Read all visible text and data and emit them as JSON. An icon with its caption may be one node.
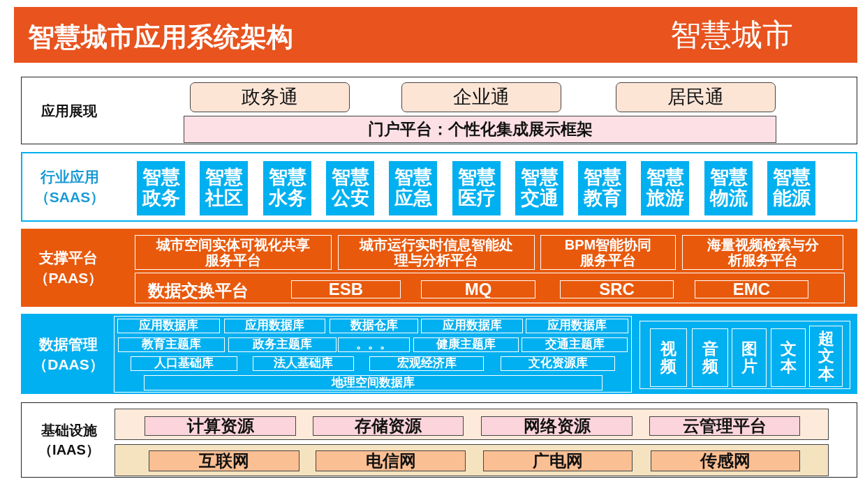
{
  "diagram": {
    "title": "智慧城市应用系统架构",
    "nodes": [
      {
        "text": [
          "应用展现"
        ]
      },
      {
        "text": [
          "政务通"
        ],
        "in": 0
      },
      {
        "text": [
          "企业通"
        ],
        "in": 0
      },
      {
        "text": [
          "居民通"
        ],
        "in": 0
      },
      {
        "text": [
          "门户平台：个性化集成展示框架"
        ],
        "in": 0
      },
      {
        "text": [
          "行业应用（SAAS）"
        ]
      },
      {
        "text": [
          "智慧政务"
        ],
        "in": 5
      },
      {
        "text": [
          "智慧社区"
        ],
        "in": 5
      },
      {
        "text": [
          "智慧水务"
        ],
        "in": 5
      },
      {
        "text": [
          "智慧公安"
        ],
        "in": 5
      },
      {
        "text": [
          "智慧应急"
        ],
        "in": 5
      },
      {
        "text": [
          "智慧医疗"
        ],
        "in": 5
      },
      {
        "text": [
          "智慧交通"
        ],
        "in": 5
      },
      {
        "text": [
          "智慧教育"
        ],
        "in": 5
      },
      {
        "text": [
          "智慧旅游"
        ],
        "in": 5
      },
      {
        "text": [
          "智慧物流"
        ],
        "in": 5
      },
      {
        "text": [
          "智慧能源"
        ],
        "in": 5
      },
      {
        "text": [
          "支撑平台（PAAS）"
        ]
      },
      {
        "text": [
          "城市空间实体可视化共享服务平台"
        ],
        "in": 17
      },
      {
        "text": [
          "城市运行实时信息智能处理与分析平台"
        ],
        "in": 17
      },
      {
        "text": [
          "BPM智能协同服务平台"
        ],
        "in": 17
      },
      {
        "text": [
          "海量视频检索与分析服务平台"
        ],
        "in": 17
      },
      {
        "text": [
          "数据交换平台"
        ],
        "in": 17
      },
      {
        "text": [
          "ESB"
        ],
        "in": 22
      },
      {
        "text": [
          "MQ"
        ],
        "in": 22
      },
      {
        "text": [
          "SRC"
        ],
        "in": 22
      },
      {
        "text": [
          "EMC"
        ],
        "in": 22
      },
      {
        "text": [
          "数据管理（DAAS）"
        ]
      },
      {
        "text": [],
        "shape": "box",
        "in": 27
      },
      {
        "text": [
          "应用数据库"
        ],
        "in": 28
      },
      {
        "text": [
          "应用数据库"
        ],
        "in": 28
      },
      {
        "text": [
          "数据仓库"
        ],
        "in": 28
      },
      {
        "text": [
          "应用数据库"
        ],
        "in": 28
      },
      {
        "text": [
          "应用数据库"
        ],
        "in": 28
      },
      {
        "text": [
          "教育主题库"
        ],
        "in": 28
      },
      {
        "text": [
          "政务主题库"
        ],
        "in": 28
      },
      {
        "text": [
          "。。。"
        ],
        "in": 28
      },
      {
        "text": [
          "健康主题库"
        ],
        "in": 28
      },
      {
        "text": [
          "交通主题库"
        ],
        "in": 28
      },
      {
        "text": [
          "人口基础库"
        ],
        "in": 28
      },
      {
        "text": [
          "法人基础库"
        ],
        "in": 28
      },
      {
        "text": [
          "宏观经济库"
        ],
        "in": 28
      },
      {
        "text": [
          "文化资源库"
        ],
        "in": 28
      },
      {
        "text": [
          "地理空间数据库"
        ],
        "in": 28
      },
      {
        "text": [],
        "shape": "box",
        "in": 27
      },
      {
        "text": [
          "视频"
        ],
        "in": 44
      },
      {
        "text": [
          "音频"
        ],
        "in": 44
      },
      {
        "text": [
          "图片"
        ],
        "in": 44
      },
      {
        "text": [
          "文本"
        ],
        "in": 44
      },
      {
        "text": [
          "超文本"
        ],
        "in": 44
      },
      {
        "text": [
          "基础设施（IAAS）"
        ]
      },
      {
        "text": [],
        "shape": "box",
        "in": 50
      },
      {
        "text": [
          "计算资源"
        ],
        "in": 51
      },
      {
        "text": [
          "存储资源"
        ],
        "in": 51
      },
      {
        "text": [
          "网络资源"
        ],
        "in": 51
      },
      {
        "text": [
          "云管理平台"
        ],
        "in": 51
      },
      {
        "text": [],
        "shape": "box",
        "in": 50
      },
      {
        "text": [
          "互联网"
        ],
        "in": 56
      },
      {
        "text": [
          "电信网"
        ],
        "in": 56
      },
      {
        "text": [
          "广电网"
        ],
        "in": 56
      },
      {
        "text": [
          "传感网"
        ],
        "in": 56
      }
    ],
    "labels": [
      "智慧城市"
    ]
  }
}
